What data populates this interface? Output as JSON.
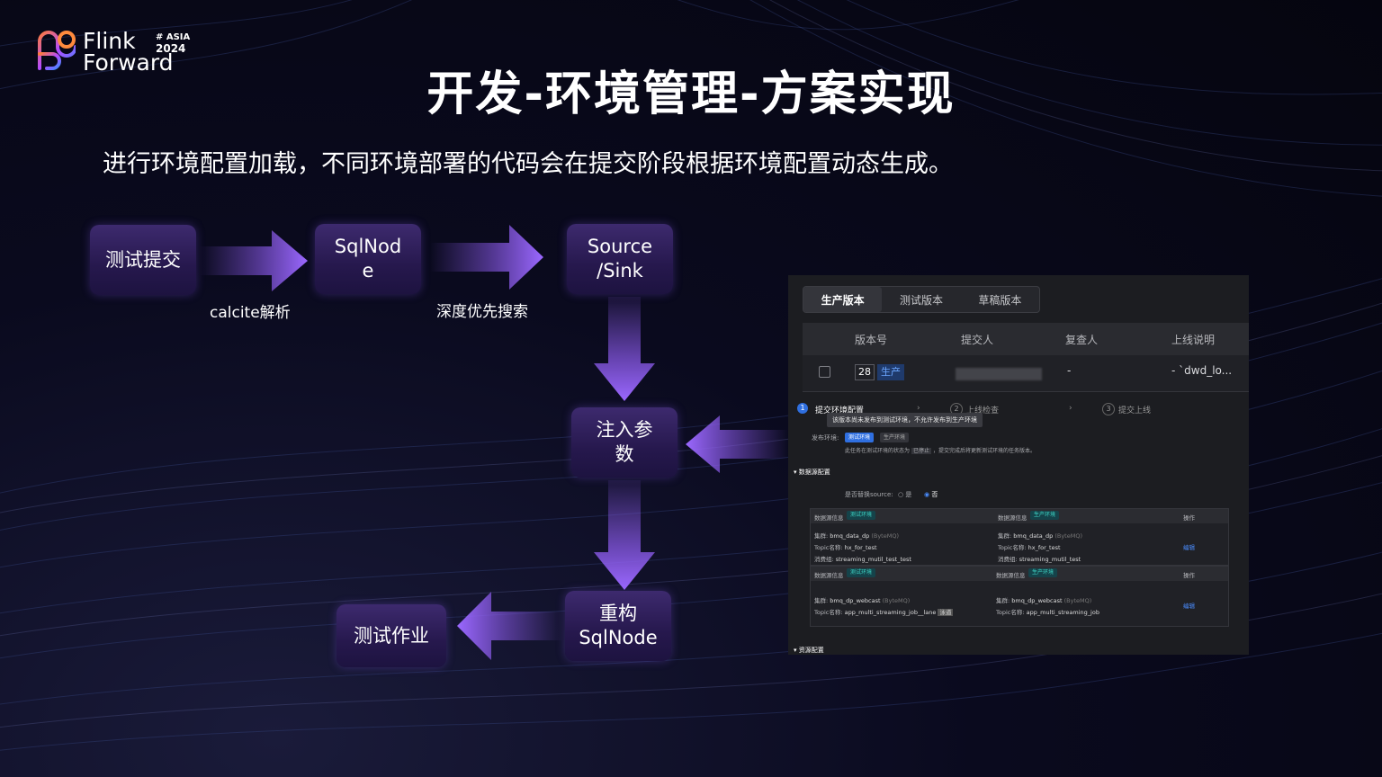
{
  "logo": {
    "line1": "Flink",
    "line2": "Forward",
    "badge": "# ASIA",
    "year": "2024"
  },
  "title": "开发-环境管理-方案实现",
  "subtitle": "进行环境配置加载，不同环境部署的代码会在提交阶段根据环境配置动态生成。",
  "flow": {
    "nodes": {
      "submit": "测试提交",
      "sqlnode": "SqlNod\ne",
      "source_sink": "Source\n/Sink",
      "inject": "注入参\n数",
      "rebuild": "重构\nSqlNode",
      "job": "测试作业"
    },
    "edge_labels": {
      "calcite": "calcite解析",
      "dfs": "深度优先搜索"
    }
  },
  "screenshot": {
    "tabs": [
      "生产版本",
      "测试版本",
      "草稿版本"
    ],
    "columns": [
      "版本号",
      "提交人",
      "复查人",
      "上线说明"
    ],
    "row": {
      "version": "28",
      "tag": "生产",
      "reviewer": "-",
      "desc": "- `dwd_lo..."
    },
    "steps": [
      {
        "num": "1",
        "label": "提交环境配置"
      },
      {
        "num": "2",
        "label": "上线检查"
      },
      {
        "num": "3",
        "label": "提交上线"
      }
    ],
    "tooltip": "该版本尚未发布到测试环境，不允许发布到生产环境",
    "env_label": "发布环境:",
    "env_options": [
      "测试环境",
      "生产环境"
    ],
    "env_note_a": "此任务在测试环境的状态为",
    "env_status": "已停止",
    "env_note_b": "，提交完成后将更新测试环境的任务版本。",
    "section1": "数据源配置",
    "replace_label": "是否替换source:",
    "radio_yes": "是",
    "radio_no": "否",
    "ds_header": "数据源信息",
    "test_env": "测试环境",
    "prod_env": "生产环境",
    "op": "操作",
    "edit": "编辑",
    "block1": {
      "left": [
        {
          "k": "集群:",
          "v": "bmq_data_dp",
          "s": "(ByteMQ)"
        },
        {
          "k": "Topic名称:",
          "v": "hx_for_test",
          "s": ""
        },
        {
          "k": "消费组:",
          "v": "streaming_mutil_test_test",
          "s": ""
        }
      ],
      "right": [
        {
          "k": "集群:",
          "v": "bmq_data_dp",
          "s": "(ByteMQ)"
        },
        {
          "k": "Topic名称:",
          "v": "hx_for_test",
          "s": ""
        },
        {
          "k": "消费组:",
          "v": "streaming_mutil_test",
          "s": ""
        }
      ]
    },
    "block2": {
      "left": [
        {
          "k": "集群:",
          "v": "bmq_dp_webcast",
          "s": "(ByteMQ)"
        },
        {
          "k": "Topic名称:",
          "v": "app_multi_streaming_job__lane",
          "s": "泳道"
        }
      ],
      "right": [
        {
          "k": "集群:",
          "v": "bmq_dp_webcast",
          "s": "(ByteMQ)"
        },
        {
          "k": "Topic名称:",
          "v": "app_multi_streaming_job",
          "s": ""
        }
      ]
    },
    "section2": "资源配置"
  },
  "colors": {
    "accent": "#8e5cf0",
    "node": "#2c1d5a",
    "link": "#4a8dff"
  }
}
